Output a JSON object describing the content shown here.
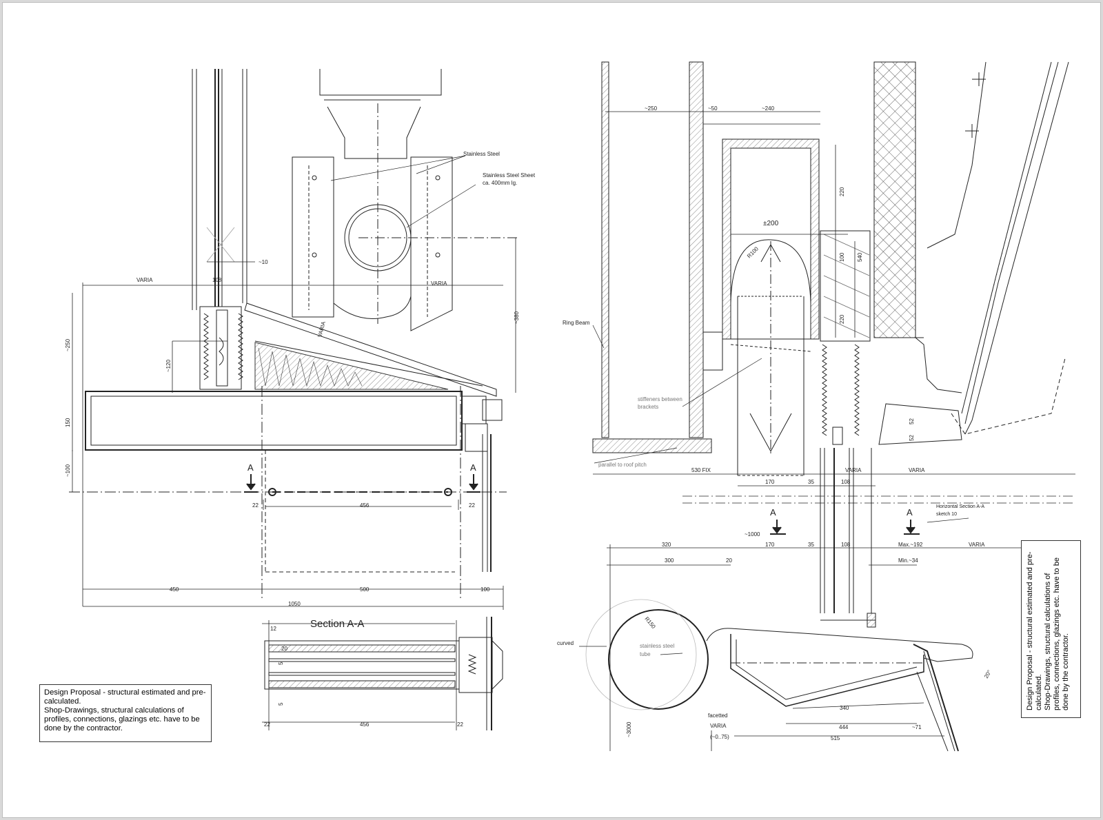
{
  "notes": {
    "left": {
      "line1": "Design Proposal - structural estimated and pre-calculated.",
      "line2": "Shop-Drawings, structural calculations of profiles, connections, glazings etc. have to be done by the contractor."
    },
    "right": {
      "line1": "Design Proposal - structural estimated and pre-calculated.",
      "line2": "Shop-Drawings, structural calculations of profiles, connections, glazings etc. have to be done by the contractor."
    }
  },
  "left_drawing": {
    "section_title": "Section A-A",
    "callouts": {
      "stainless_steel": "Stainless Steel",
      "steel_sheet_1": "Stainless Steel Sheet",
      "steel_sheet_2": "ca. 400mm lg."
    },
    "section_marks": [
      "A",
      "A"
    ],
    "dims": {
      "varia_1": "VARIA",
      "d108": "108",
      "d10": "~10",
      "varia_2": "VARIA",
      "d250": "~250",
      "d120": "~120",
      "d380": "~380",
      "varia_3": "VARIA",
      "d150": "150",
      "d100v": "~100",
      "d22a": "22",
      "d456a": "456",
      "d22b": "22",
      "d450": "450",
      "d500": "500",
      "d100": "100",
      "d1050": "1050",
      "d20": "20",
      "d22c": "22",
      "d456b": "456",
      "d22d": "22",
      "d5a": "5",
      "d5b": "5",
      "d12": "12"
    }
  },
  "right_drawing": {
    "callouts": {
      "ring_beam": "Ring Beam",
      "stiffeners_1": "stiffeners between",
      "stiffeners_2": "brackets",
      "parallel": "parallel to roof pitch",
      "horizontal_1": "Horizontal Section A-A",
      "horizontal_2": "sketch 10",
      "curved": "curved",
      "tube_1": "stainless steel",
      "tube_2": "tube",
      "faceted": "facetted"
    },
    "section_marks": [
      "A",
      "A"
    ],
    "dims": {
      "d250": "~250",
      "d50": "~50",
      "d240": "~240",
      "d200": "±200",
      "r100": "R100",
      "d220a": "220",
      "d100": "100",
      "d540": "540",
      "d220b": "220",
      "d530": "530 FIX",
      "varia_a": "VARIA",
      "varia_b": "VARIA",
      "d170a": "170",
      "d35a": "35",
      "d108a": "108",
      "d1000": "~1000",
      "d320": "320",
      "d170b": "170",
      "d35b": "35",
      "d108b": "108",
      "d192": "Max.~192",
      "varia_c": "VARIA",
      "d300": "300",
      "d20": "20",
      "d34": "Min.~34",
      "r150": "R150",
      "varia_d": "VARIA",
      "d075": "(~0..75)",
      "d340": "340",
      "d444": "444",
      "d71": "~71",
      "d515": "515",
      "d3000": "~3000",
      "d52a": "52",
      "d52b": "52",
      "d20s": "20°"
    }
  }
}
